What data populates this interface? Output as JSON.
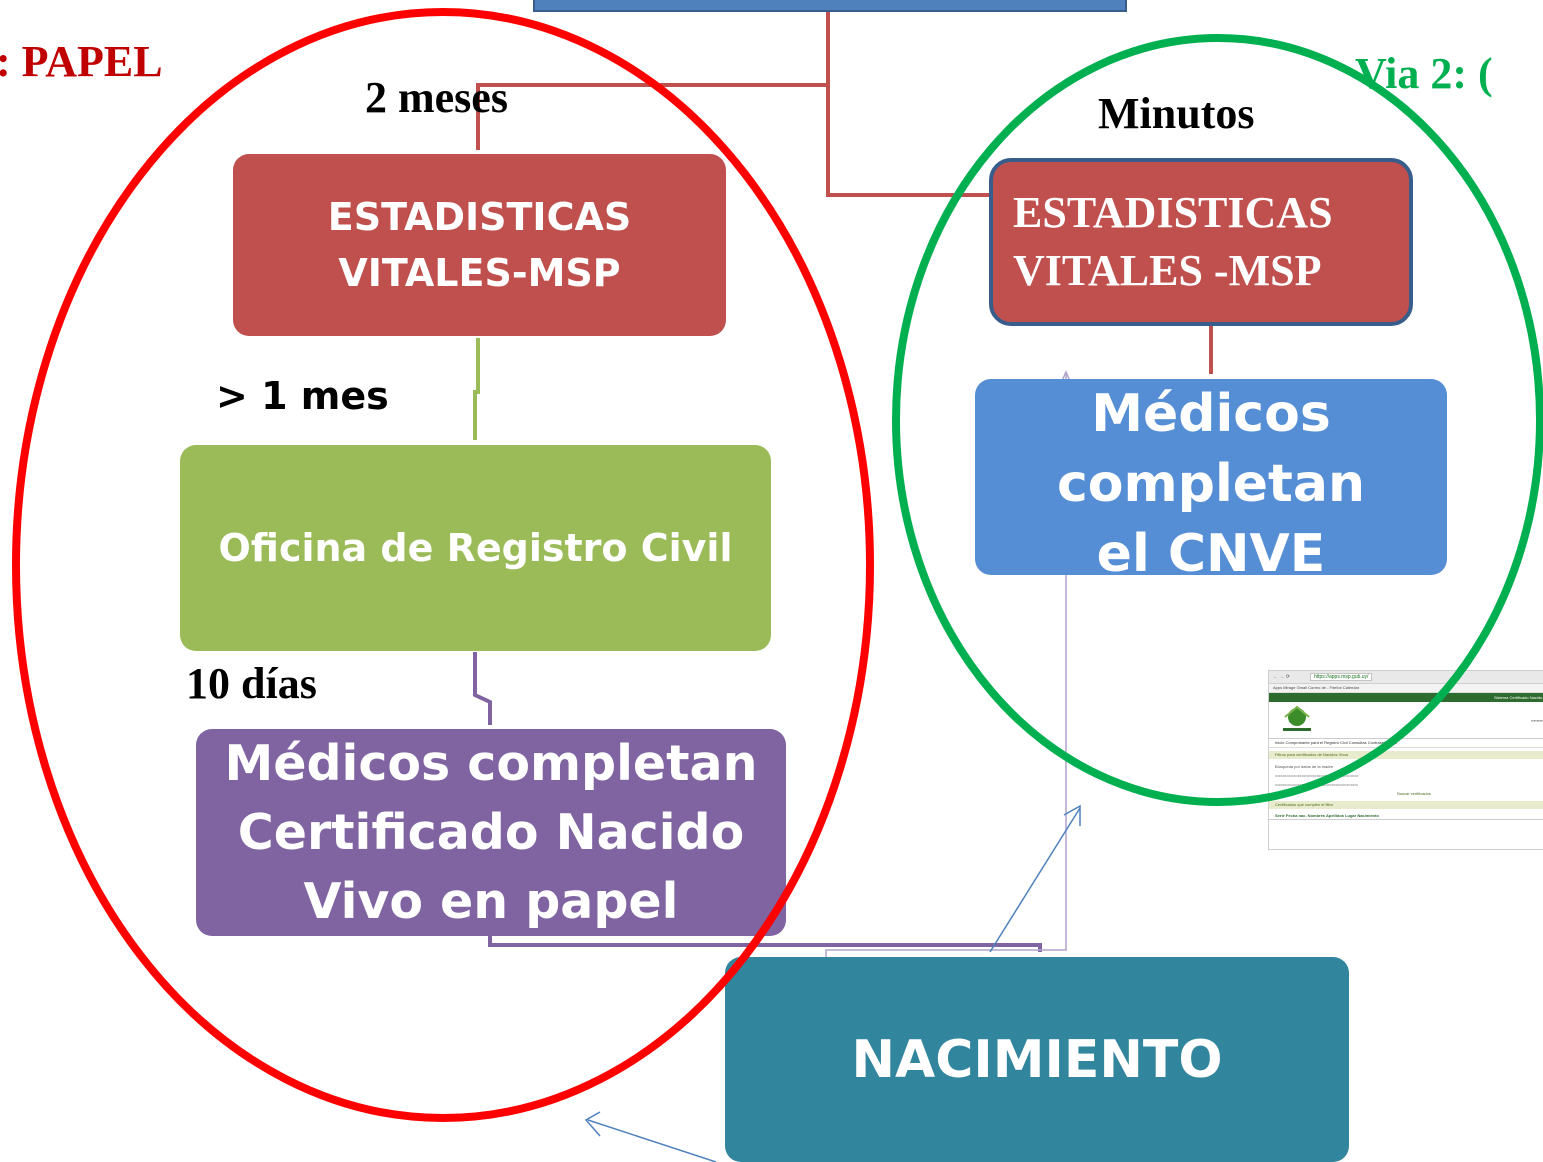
{
  "left_title": ": PAPEL",
  "right_title": "Via 2: (",
  "times": {
    "two_months": "2 meses",
    "minutes": "Minutos",
    "over_one_month": "> 1 mes",
    "ten_days": "10 días"
  },
  "left_boxes": {
    "estadisticas": "ESTADISTICAS VITALES-MSP",
    "registro": "Oficina de Registro Civil",
    "medicos": "Médicos completan Certificado Nacido Vivo en papel"
  },
  "right_boxes": {
    "estadisticas": "ESTADISTICAS VITALES -MSP",
    "medicos": "Médicos completan el CNVE"
  },
  "nacimiento": "NACIMIENTO",
  "screenshot": {
    "url": "https://apps.msp.gub.uy/",
    "bookmarks": "Apps   Mirage   Gmail   Correo de - Firefox   Calendar",
    "system_title": "Sistema Certificado Nacido Vivo",
    "menu": "Inicio   Comprobante para el Registro Civil   Consultas   Contraseña   Salir",
    "section1": "Filtros para certificados de Nacidos Vivos",
    "search_label": "Búsqueda por datos de la madre",
    "button": "Buscar certificados",
    "section2": "Certificados que cumplen el filtro",
    "table_head": "Serie   Fecha nac.   Nombres   Apellidos   Lugar Nacimiento"
  },
  "colors": {
    "red_box": "#c0504d",
    "green_box": "#9bbb59",
    "purple_box": "#8064a2",
    "blue_box": "#558ed5",
    "teal_box": "#31859c",
    "header_blue": "#4f81bd",
    "red_ellipse": "#ff0000",
    "green_ellipse": "#00b050"
  }
}
